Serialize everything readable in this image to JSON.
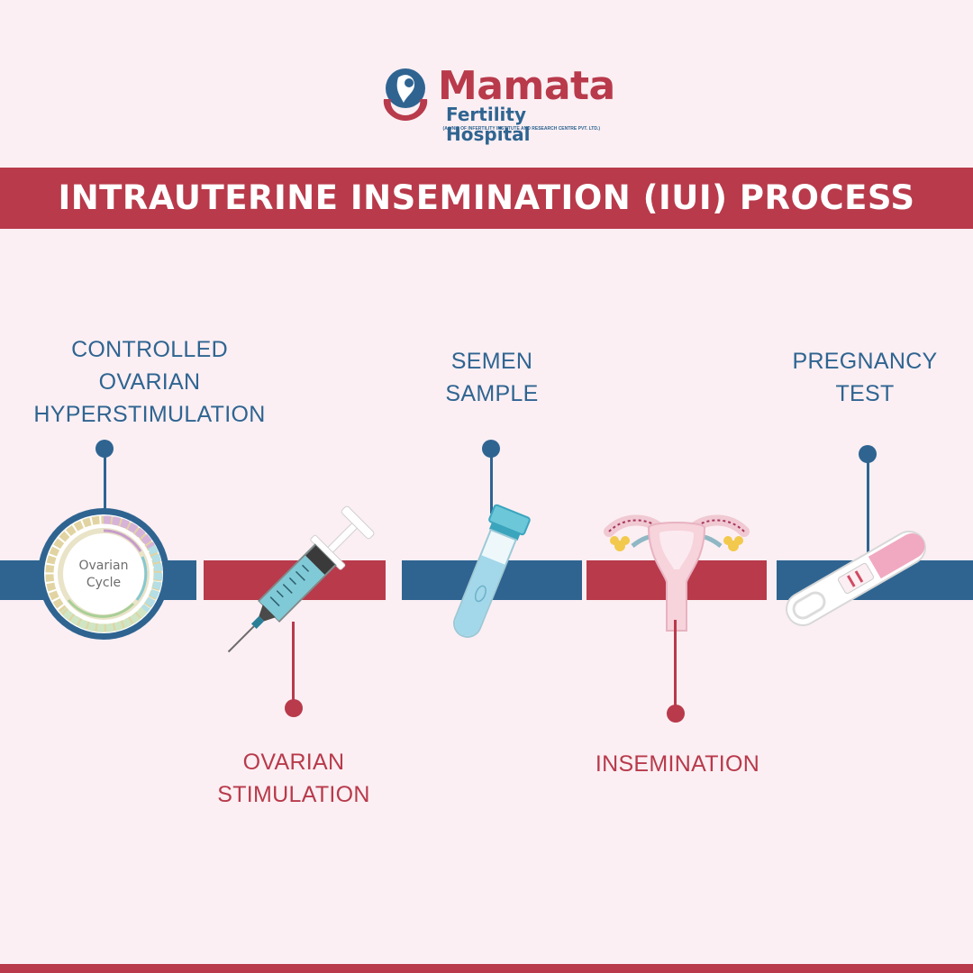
{
  "brand": {
    "name": "Mamata",
    "subtitle": "Fertility Hospital",
    "tagline": "(A UNIT OF INFERTILITY INSTITUTE AND RESEARCH CENTRE PVT. LTD.)",
    "primary_color": "#b83a4b",
    "secondary_color": "#2f6491"
  },
  "title": "INTRAUTERINE INSEMINATION (IUI) PROCESS",
  "steps": [
    {
      "label": "CONTROLLED\nOVARIAN\nHYPERSTIMULATION",
      "icon": "ovarian-cycle-icon",
      "icon_text": "Ovarian Cycle"
    },
    {
      "label": "OVARIAN\nSTIMULATION",
      "icon": "syringe-icon"
    },
    {
      "label": "SEMEN\nSAMPLE",
      "icon": "test-tube-icon"
    },
    {
      "label": "INSEMINATION",
      "icon": "uterus-icon"
    },
    {
      "label": "PREGNANCY\nTEST",
      "icon": "pregnancy-test-icon"
    }
  ]
}
